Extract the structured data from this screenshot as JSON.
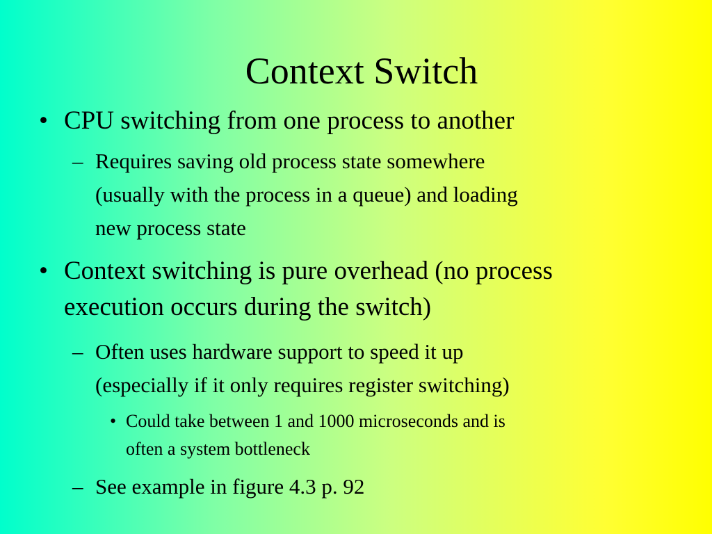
{
  "slide": {
    "title": "Context Switch",
    "bullet_marker": "•",
    "dash_marker": "–",
    "points": {
      "p1": {
        "text": "CPU switching from one process to another",
        "sub1": {
          "line1": "Requires saving old process state somewhere",
          "line2": "(usually with the process in a queue) and loading",
          "line3": "new process state"
        }
      },
      "p2": {
        "line1": "Context switching is pure overhead (no process",
        "line2": "execution occurs during the switch)",
        "sub1": {
          "line1": "Often uses hardware support to speed it up",
          "line2": "(especially if it only requires register switching)",
          "subsub1": {
            "line1": "Could take between 1 and 1000 microseconds and is",
            "line2": "often a system bottleneck"
          }
        },
        "sub2": {
          "text": "See example in figure 4.3 p. 92"
        }
      }
    }
  }
}
